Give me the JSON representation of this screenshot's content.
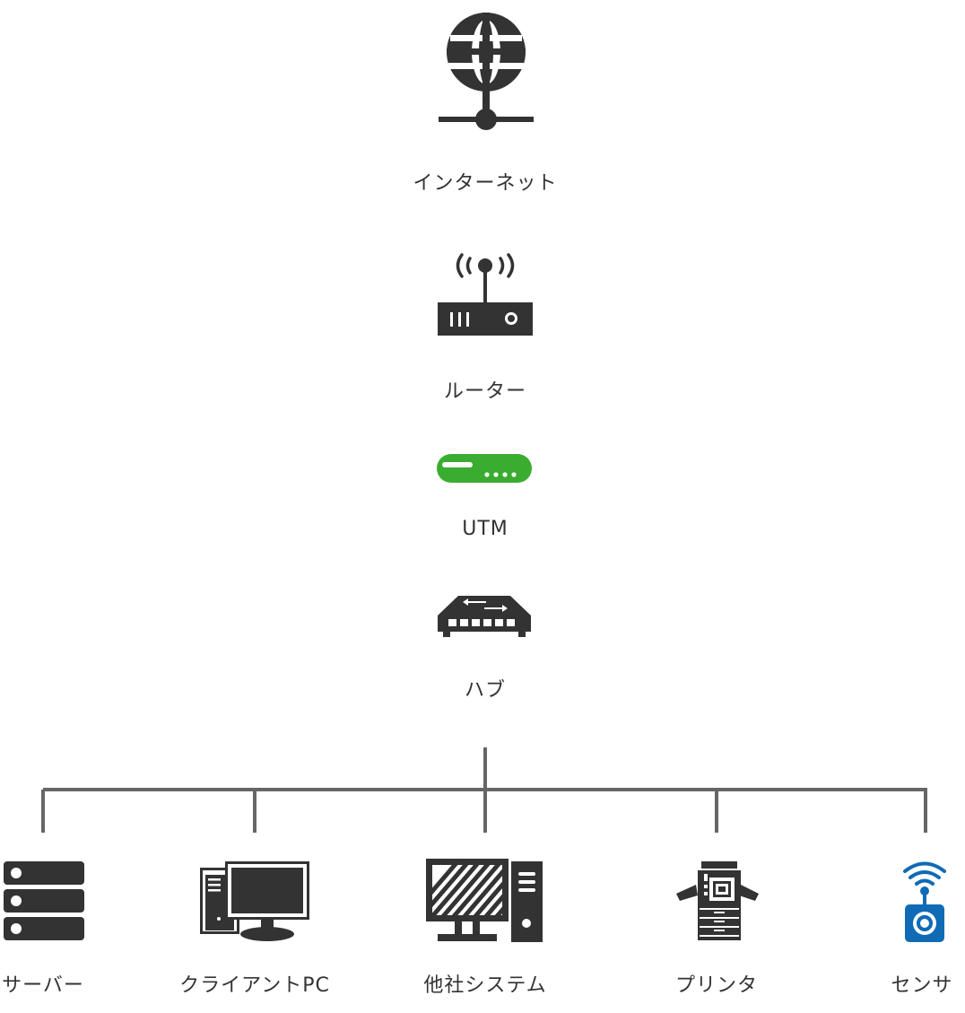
{
  "nodes": {
    "internet": {
      "label": "インターネット",
      "icon": "globe-network-icon"
    },
    "router": {
      "label": "ルーター",
      "icon": "wifi-router-icon"
    },
    "utm": {
      "label": "UTM",
      "icon": "utm-appliance-icon",
      "color": "#3aac30"
    },
    "hub": {
      "label": "ハブ",
      "icon": "network-hub-icon"
    }
  },
  "endpoints": [
    {
      "label": "サーバー",
      "icon": "server-rack-icon"
    },
    {
      "label": "クライアントPC",
      "icon": "desktop-computer-icon"
    },
    {
      "label": "他社システム",
      "icon": "workstation-icon"
    },
    {
      "label": "プリンタ",
      "icon": "printer-icon"
    },
    {
      "label": "センサ",
      "icon": "wireless-sensor-icon",
      "color": "#0f6bb5"
    }
  ],
  "colors": {
    "icon": "#333333",
    "line": "#666666",
    "utm": "#3aac30",
    "sensor": "#0f6bb5"
  }
}
